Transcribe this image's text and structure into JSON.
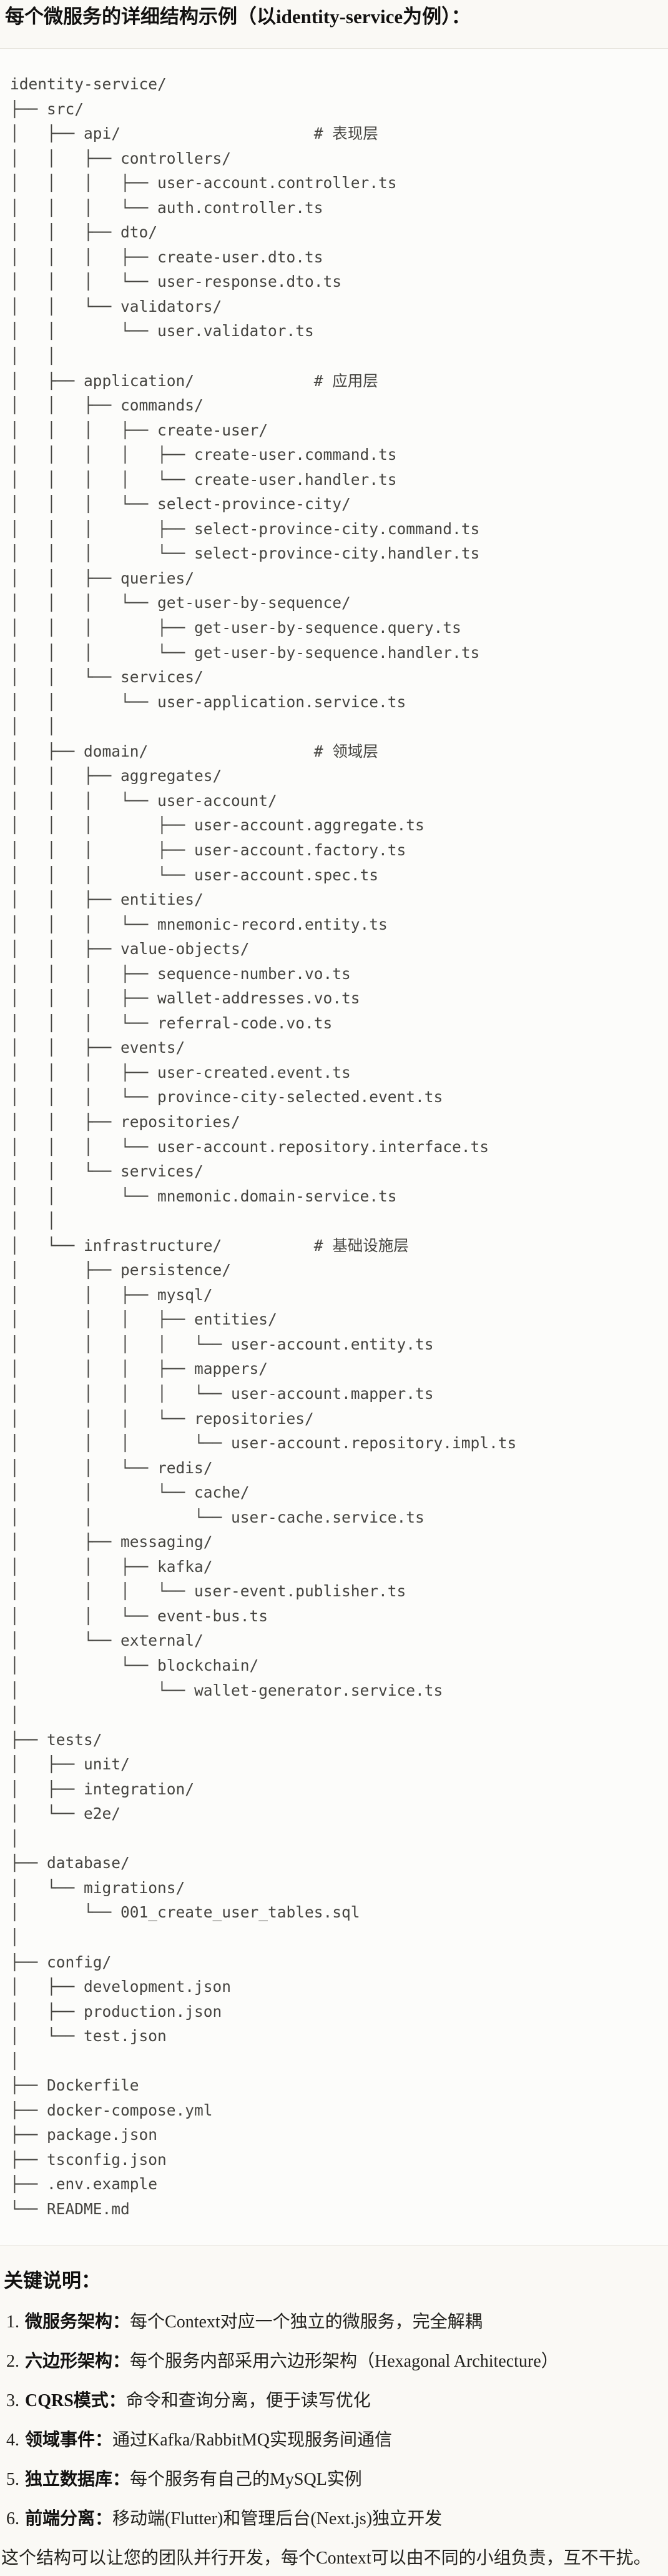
{
  "page": {
    "title": "每个微服务的详细结构示例（以identity-service为例）：",
    "notes_heading": "关键说明：",
    "notes": [
      {
        "num": "1.",
        "term": "微服务架构：",
        "desc": "每个Context对应一个独立的微服务，完全解耦"
      },
      {
        "num": "2.",
        "term": "六边形架构：",
        "desc": "每个服务内部采用六边形架构（Hexagonal Architecture）"
      },
      {
        "num": "3.",
        "term": "CQRS模式：",
        "desc": "命令和查询分离，便于读写优化"
      },
      {
        "num": "4.",
        "term": "领域事件：",
        "desc": "通过Kafka/RabbitMQ实现服务间通信"
      },
      {
        "num": "5.",
        "term": "独立数据库：",
        "desc": "每个服务有自己的MySQL实例"
      },
      {
        "num": "6.",
        "term": "前端分离：",
        "desc": "移动端(Flutter)和管理后台(Next.js)独立开发"
      }
    ],
    "closing": "这个结构可以让您的团队并行开发，每个Context可以由不同的小组负责，互不干扰。"
  },
  "tree": {
    "lines": [
      "identity-service/",
      "├── src/",
      "│   ├── api/                     # 表现层",
      "│   │   ├── controllers/",
      "│   │   │   ├── user-account.controller.ts",
      "│   │   │   └── auth.controller.ts",
      "│   │   ├── dto/",
      "│   │   │   ├── create-user.dto.ts",
      "│   │   │   └── user-response.dto.ts",
      "│   │   └── validators/",
      "│   │       └── user.validator.ts",
      "│   │",
      "│   ├── application/             # 应用层",
      "│   │   ├── commands/",
      "│   │   │   ├── create-user/",
      "│   │   │   │   ├── create-user.command.ts",
      "│   │   │   │   └── create-user.handler.ts",
      "│   │   │   └── select-province-city/",
      "│   │   │       ├── select-province-city.command.ts",
      "│   │   │       └── select-province-city.handler.ts",
      "│   │   ├── queries/",
      "│   │   │   └── get-user-by-sequence/",
      "│   │   │       ├── get-user-by-sequence.query.ts",
      "│   │   │       └── get-user-by-sequence.handler.ts",
      "│   │   └── services/",
      "│   │       └── user-application.service.ts",
      "│   │",
      "│   ├── domain/                  # 领域层",
      "│   │   ├── aggregates/",
      "│   │   │   └── user-account/",
      "│   │   │       ├── user-account.aggregate.ts",
      "│   │   │       ├── user-account.factory.ts",
      "│   │   │       └── user-account.spec.ts",
      "│   │   ├── entities/",
      "│   │   │   └── mnemonic-record.entity.ts",
      "│   │   ├── value-objects/",
      "│   │   │   ├── sequence-number.vo.ts",
      "│   │   │   ├── wallet-addresses.vo.ts",
      "│   │   │   └── referral-code.vo.ts",
      "│   │   ├── events/",
      "│   │   │   ├── user-created.event.ts",
      "│   │   │   └── province-city-selected.event.ts",
      "│   │   ├── repositories/",
      "│   │   │   └── user-account.repository.interface.ts",
      "│   │   └── services/",
      "│   │       └── mnemonic.domain-service.ts",
      "│   │",
      "│   └── infrastructure/          # 基础设施层",
      "│       ├── persistence/",
      "│       │   ├── mysql/",
      "│       │   │   ├── entities/",
      "│       │   │   │   └── user-account.entity.ts",
      "│       │   │   ├── mappers/",
      "│       │   │   │   └── user-account.mapper.ts",
      "│       │   │   └── repositories/",
      "│       │   │       └── user-account.repository.impl.ts",
      "│       │   └── redis/",
      "│       │       └── cache/",
      "│       │           └── user-cache.service.ts",
      "│       ├── messaging/",
      "│       │   ├── kafka/",
      "│       │   │   └── user-event.publisher.ts",
      "│       │   └── event-bus.ts",
      "│       └── external/",
      "│           └── blockchain/",
      "│               └── wallet-generator.service.ts",
      "│",
      "├── tests/",
      "│   ├── unit/",
      "│   ├── integration/",
      "│   └── e2e/",
      "│",
      "├── database/",
      "│   └── migrations/",
      "│       └── 001_create_user_tables.sql",
      "│",
      "├── config/",
      "│   ├── development.json",
      "│   ├── production.json",
      "│   └── test.json",
      "│",
      "├── Dockerfile",
      "├── docker-compose.yml",
      "├── package.json",
      "├── tsconfig.json",
      "├── .env.example",
      "└── README.md"
    ]
  }
}
